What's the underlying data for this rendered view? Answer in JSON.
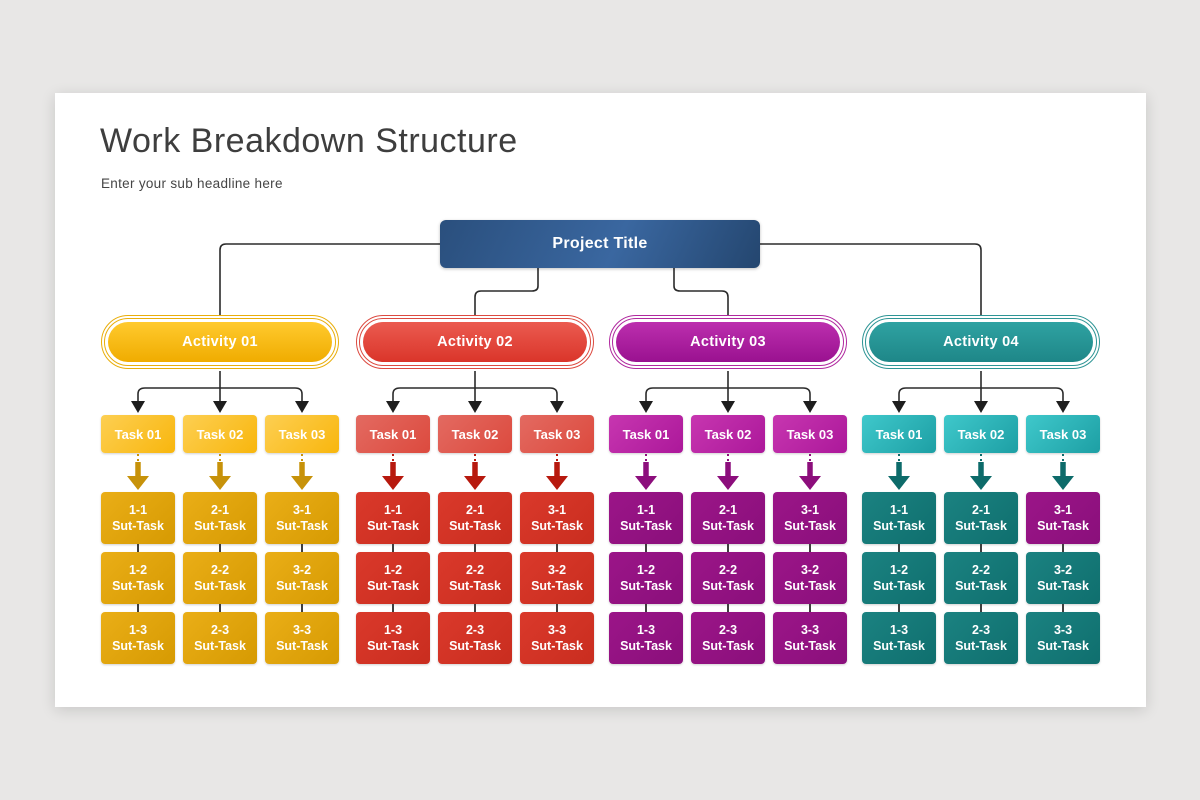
{
  "page": {
    "background": "#e8e7e6",
    "card_background": "#ffffff"
  },
  "header": {
    "title": "Work Breakdown Structure",
    "subtitle": "Enter your sub headline here",
    "title_color": "#3e3e3e"
  },
  "project": {
    "label": "Project Title",
    "gradient": [
      "#2a4f7d",
      "#3a67a0",
      "#24466f"
    ],
    "text_color": "#ffffff"
  },
  "connector_color": "#2b2b2b",
  "row_connector_color": "#3f3f3f",
  "variants": {
    "magenta": [
      "#9B1588",
      "#8A0F7B"
    ]
  },
  "activities": [
    {
      "label": "Activity 01",
      "theme": {
        "ring": "#E9AE0B",
        "pill": [
          "#FFCA2E",
          "#F0AC00"
        ],
        "task": [
          "#FDCF52",
          "#F8B60D"
        ],
        "subtask": [
          "#EAAE17",
          "#D69A02"
        ],
        "arrow": "#C7920A"
      },
      "tasks": [
        {
          "label": "Task 01",
          "subtasks": [
            {
              "num": "1-1",
              "label": "Sut-Task"
            },
            {
              "num": "1-2",
              "label": "Sut-Task"
            },
            {
              "num": "1-3",
              "label": "Sut-Task"
            }
          ]
        },
        {
          "label": "Task 02",
          "subtasks": [
            {
              "num": "2-1",
              "label": "Sut-Task"
            },
            {
              "num": "2-2",
              "label": "Sut-Task"
            },
            {
              "num": "2-3",
              "label": "Sut-Task"
            }
          ]
        },
        {
          "label": "Task 03",
          "subtasks": [
            {
              "num": "3-1",
              "label": "Sut-Task"
            },
            {
              "num": "3-2",
              "label": "Sut-Task"
            },
            {
              "num": "3-3",
              "label": "Sut-Task"
            }
          ]
        }
      ]
    },
    {
      "label": "Activity 02",
      "theme": {
        "ring": "#DC4A40",
        "pill": [
          "#EB5B50",
          "#DA352A"
        ],
        "task": [
          "#E36A61",
          "#DC4A3E"
        ],
        "subtask": [
          "#DA392B",
          "#C92D1F"
        ],
        "arrow": "#B7190E"
      },
      "tasks": [
        {
          "label": "Task 01",
          "subtasks": [
            {
              "num": "1-1",
              "label": "Sut-Task"
            },
            {
              "num": "1-2",
              "label": "Sut-Task"
            },
            {
              "num": "1-3",
              "label": "Sut-Task"
            }
          ]
        },
        {
          "label": "Task 02",
          "subtasks": [
            {
              "num": "2-1",
              "label": "Sut-Task"
            },
            {
              "num": "2-2",
              "label": "Sut-Task"
            },
            {
              "num": "2-3",
              "label": "Sut-Task"
            }
          ]
        },
        {
          "label": "Task 03",
          "subtasks": [
            {
              "num": "3-1",
              "label": "Sut-Task"
            },
            {
              "num": "3-2",
              "label": "Sut-Task"
            },
            {
              "num": "3-3",
              "label": "Sut-Task"
            }
          ]
        }
      ]
    },
    {
      "label": "Activity 03",
      "theme": {
        "ring": "#B0299F",
        "pill": [
          "#BC2FAE",
          "#9A1190"
        ],
        "task": [
          "#C736B0",
          "#AC189A"
        ],
        "subtask": [
          "#9B1588",
          "#8A0F7B"
        ],
        "arrow": "#8C0E7C"
      },
      "tasks": [
        {
          "label": "Task 01",
          "subtasks": [
            {
              "num": "1-1",
              "label": "Sut-Task"
            },
            {
              "num": "1-2",
              "label": "Sut-Task"
            },
            {
              "num": "1-3",
              "label": "Sut-Task"
            }
          ]
        },
        {
          "label": "Task 02",
          "subtasks": [
            {
              "num": "2-1",
              "label": "Sut-Task"
            },
            {
              "num": "2-2",
              "label": "Sut-Task"
            },
            {
              "num": "2-3",
              "label": "Sut-Task"
            }
          ]
        },
        {
          "label": "Task 03",
          "subtasks": [
            {
              "num": "3-1",
              "label": "Sut-Task"
            },
            {
              "num": "3-2",
              "label": "Sut-Task"
            },
            {
              "num": "3-3",
              "label": "Sut-Task"
            }
          ]
        }
      ]
    },
    {
      "label": "Activity 04",
      "theme": {
        "ring": "#2E9595",
        "pill": [
          "#2FA2A2",
          "#1E8788"
        ],
        "task": [
          "#3FC8CB",
          "#1D9FA4"
        ],
        "subtask": [
          "#1B8281",
          "#0F6F6E"
        ],
        "arrow": "#0D6B6A"
      },
      "tasks": [
        {
          "label": "Task 01",
          "subtasks": [
            {
              "num": "1-1",
              "label": "Sut-Task"
            },
            {
              "num": "1-2",
              "label": "Sut-Task"
            },
            {
              "num": "1-3",
              "label": "Sut-Task"
            }
          ]
        },
        {
          "label": "Task 02",
          "subtasks": [
            {
              "num": "2-1",
              "label": "Sut-Task"
            },
            {
              "num": "2-2",
              "label": "Sut-Task"
            },
            {
              "num": "2-3",
              "label": "Sut-Task"
            }
          ]
        },
        {
          "label": "Task 03",
          "subtasks": [
            {
              "num": "3-1",
              "label": "Sut-Task",
              "variant": "magenta"
            },
            {
              "num": "3-2",
              "label": "Sut-Task"
            },
            {
              "num": "3-3",
              "label": "Sut-Task"
            }
          ]
        }
      ]
    }
  ]
}
